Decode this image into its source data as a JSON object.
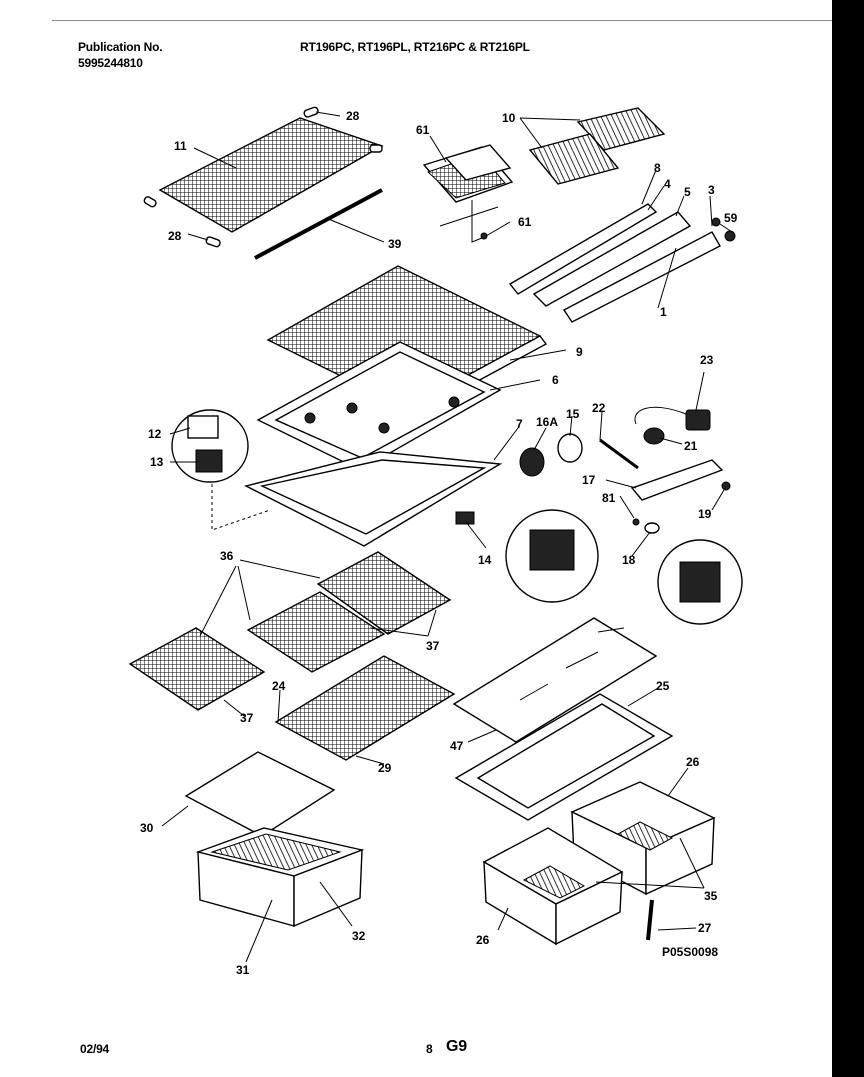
{
  "header": {
    "publication_label": "Publication No.",
    "publication_number": "5995244810",
    "models": "RT196PC, RT196PL, RT216PC & RT216PL"
  },
  "footer": {
    "date": "02/94",
    "page": "8",
    "section": "G9",
    "drawing_number": "P05S0098"
  },
  "callouts": [
    "28",
    "11",
    "61",
    "10",
    "8",
    "4",
    "5",
    "3",
    "59",
    "28",
    "39",
    "61",
    "1",
    "9",
    "23",
    "6",
    "12",
    "22",
    "15",
    "16A",
    "7",
    "13",
    "21",
    "17",
    "81",
    "19",
    "14",
    "18",
    "36",
    "37",
    "37",
    "24",
    "25",
    "47",
    "29",
    "26",
    "30",
    "35",
    "32",
    "31",
    "26",
    "27"
  ]
}
